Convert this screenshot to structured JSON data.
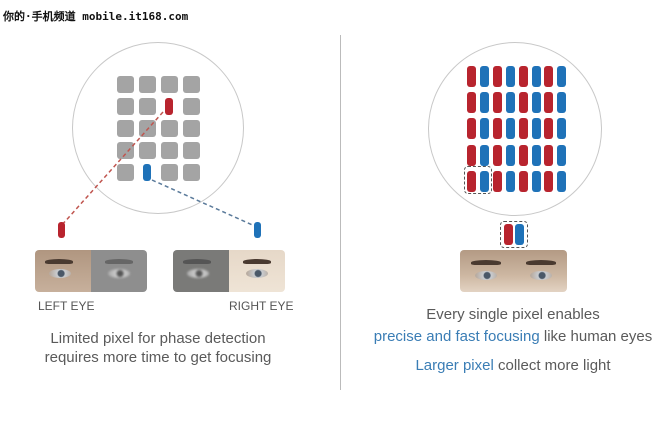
{
  "watermark": "你的·手机频道 mobile.it168.com",
  "left": {
    "grid": {
      "cols": 4,
      "rows": 5,
      "red_pixel": [
        2,
        1
      ],
      "blue_pixel": [
        1,
        4
      ]
    },
    "left_eye_label": "LEFT EYE",
    "right_eye_label": "RIGHT EYE",
    "caption_line1": "Limited pixel for phase detection",
    "caption_line2": "requires more time to get focusing"
  },
  "right": {
    "grid": {
      "cols": 8,
      "rows": 5
    },
    "caption_line1": "Every single pixel enables",
    "caption_line2_highlight": "precise and fast focusing",
    "caption_line2_rest": " like human eyes",
    "caption_line3_highlight": "Larger pixel",
    "caption_line3_rest": " collect more light"
  },
  "colors": {
    "red": "#b8242e",
    "blue": "#1f72b8",
    "gray": "#a4a4a4",
    "highlight": "#3a7db5"
  }
}
